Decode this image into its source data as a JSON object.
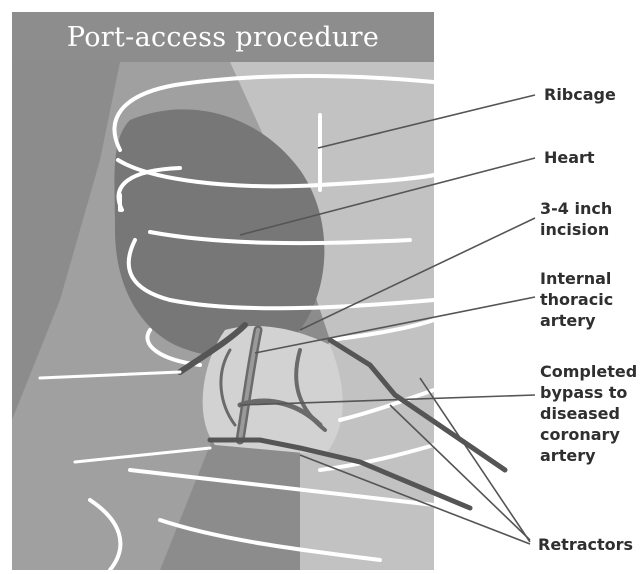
{
  "title": "Port-access procedure",
  "labels": {
    "ribcage": "Ribcage",
    "heart": "Heart",
    "incision_line1": "3-4 inch",
    "incision_line2": "incision",
    "ita_line1": "Internal",
    "ita_line2": "thoracic",
    "ita_line3": "artery",
    "bypass_line1": "Completed",
    "bypass_line2": "bypass to",
    "bypass_line3": "diseased",
    "bypass_line4": "coronary",
    "bypass_line5": "artery",
    "retractors": "Retractors"
  },
  "colors": {
    "panel_dark": "#8c8c8c",
    "panel_mid": "#a3a3a3",
    "panel_light": "#c2c2c2",
    "rib_outline": "#ffffff",
    "heart": "#7a7a7a",
    "incision_field": "#cfcfcf",
    "leader_line": "#555555",
    "label_text": "#2f2f2f"
  }
}
